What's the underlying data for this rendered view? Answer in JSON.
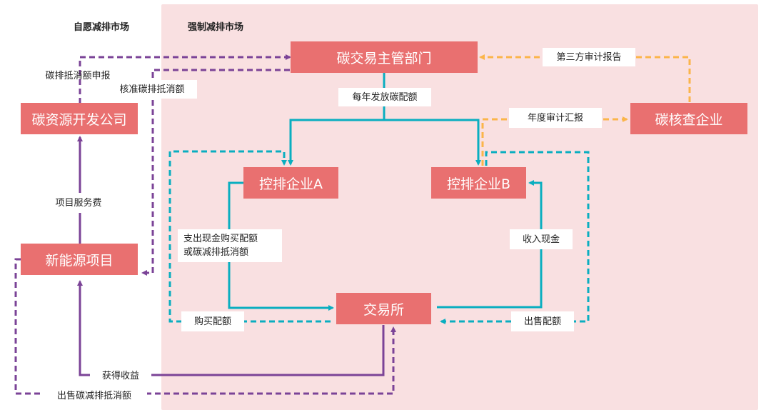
{
  "sections": {
    "voluntary": "自愿减排市场",
    "mandatory": "强制减排市场"
  },
  "colors": {
    "zone_background": "#f9e0e1",
    "box_fill": "#e97070",
    "purple": "#7b4397",
    "teal": "#0aaec0",
    "orange": "#fbb54a"
  },
  "nodes": {
    "authority": "碳交易主管部门",
    "carbon_dev": "碳资源开发公司",
    "verifier": "碳核查企业",
    "company_a": "控排企业A",
    "company_b": "控排企业B",
    "new_energy": "新能源项目",
    "exchange": "交易所"
  },
  "labels": {
    "offset_declare": "碳排抵消额申报",
    "approve_offset": "核准碳排抵消额",
    "annual_allowance": "每年发放碳配额",
    "third_party_report": "第三方审计报告",
    "annual_audit": "年度审计汇报",
    "project_fee": "项目服务费",
    "pay_cash_line1": "支出现金购买配额",
    "pay_cash_line2": "或碳减排抵消额",
    "receive_cash": "收入现金",
    "buy_allowance": "购买配额",
    "sell_allowance": "出售配额",
    "get_revenue": "获得收益",
    "sell_offset": "出售碳减排抵消额"
  }
}
